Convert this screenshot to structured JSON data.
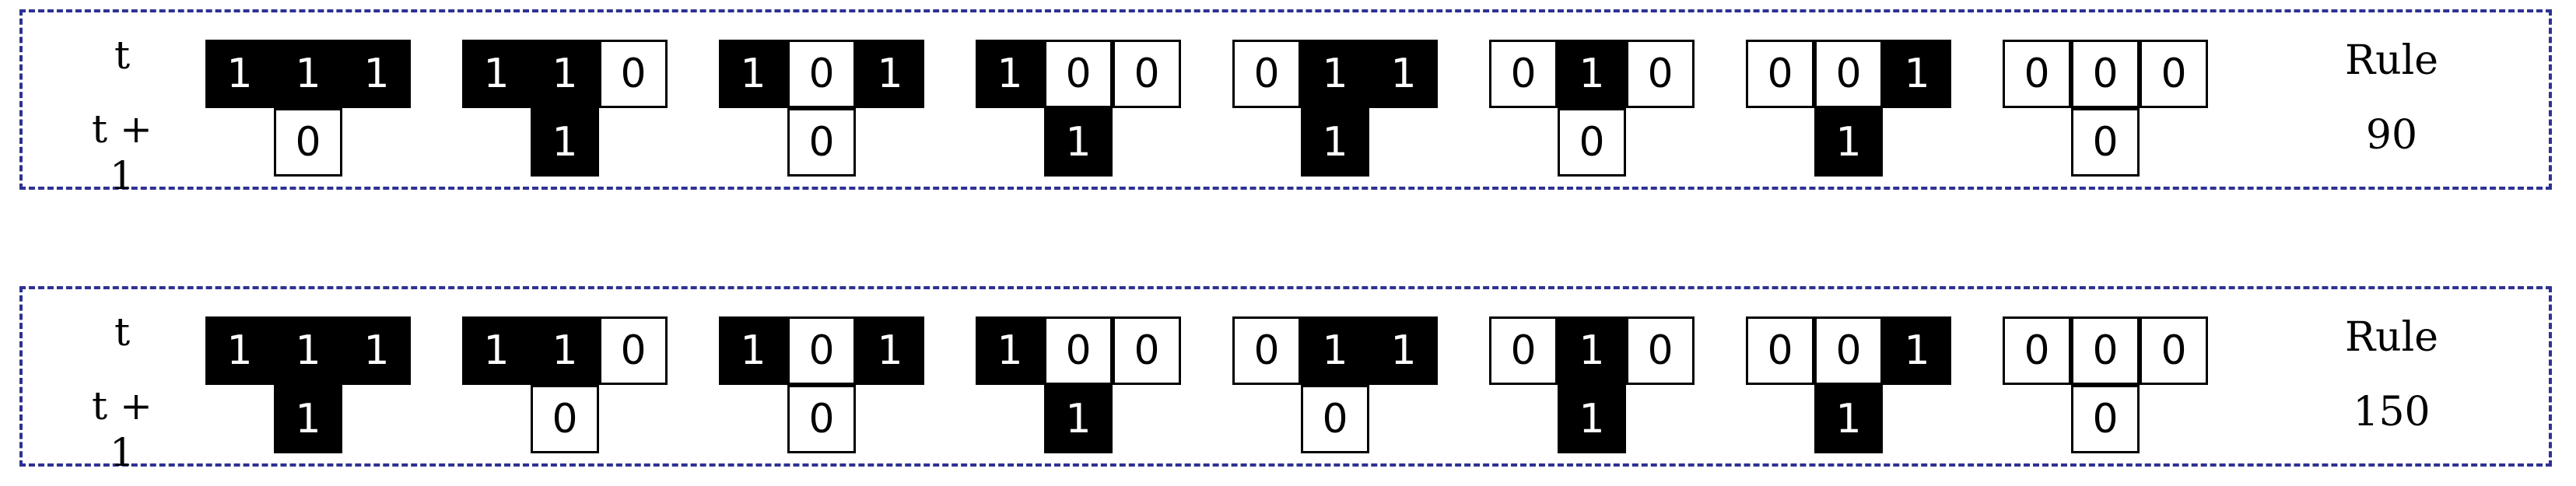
{
  "labels": {
    "t": "t",
    "t1": "t + 1",
    "rule_word": "Rule"
  },
  "colors": {
    "border": "#2e3192",
    "on": "#000000",
    "off": "#ffffff"
  },
  "neighborhoods": [
    [
      1,
      1,
      1
    ],
    [
      1,
      1,
      0
    ],
    [
      1,
      0,
      1
    ],
    [
      1,
      0,
      0
    ],
    [
      0,
      1,
      1
    ],
    [
      0,
      1,
      0
    ],
    [
      0,
      0,
      1
    ],
    [
      0,
      0,
      0
    ]
  ],
  "rules": [
    {
      "number": "90",
      "outputs": [
        0,
        1,
        0,
        1,
        1,
        0,
        1,
        0
      ]
    },
    {
      "number": "150",
      "outputs": [
        1,
        0,
        0,
        1,
        0,
        1,
        1,
        0
      ]
    }
  ]
}
